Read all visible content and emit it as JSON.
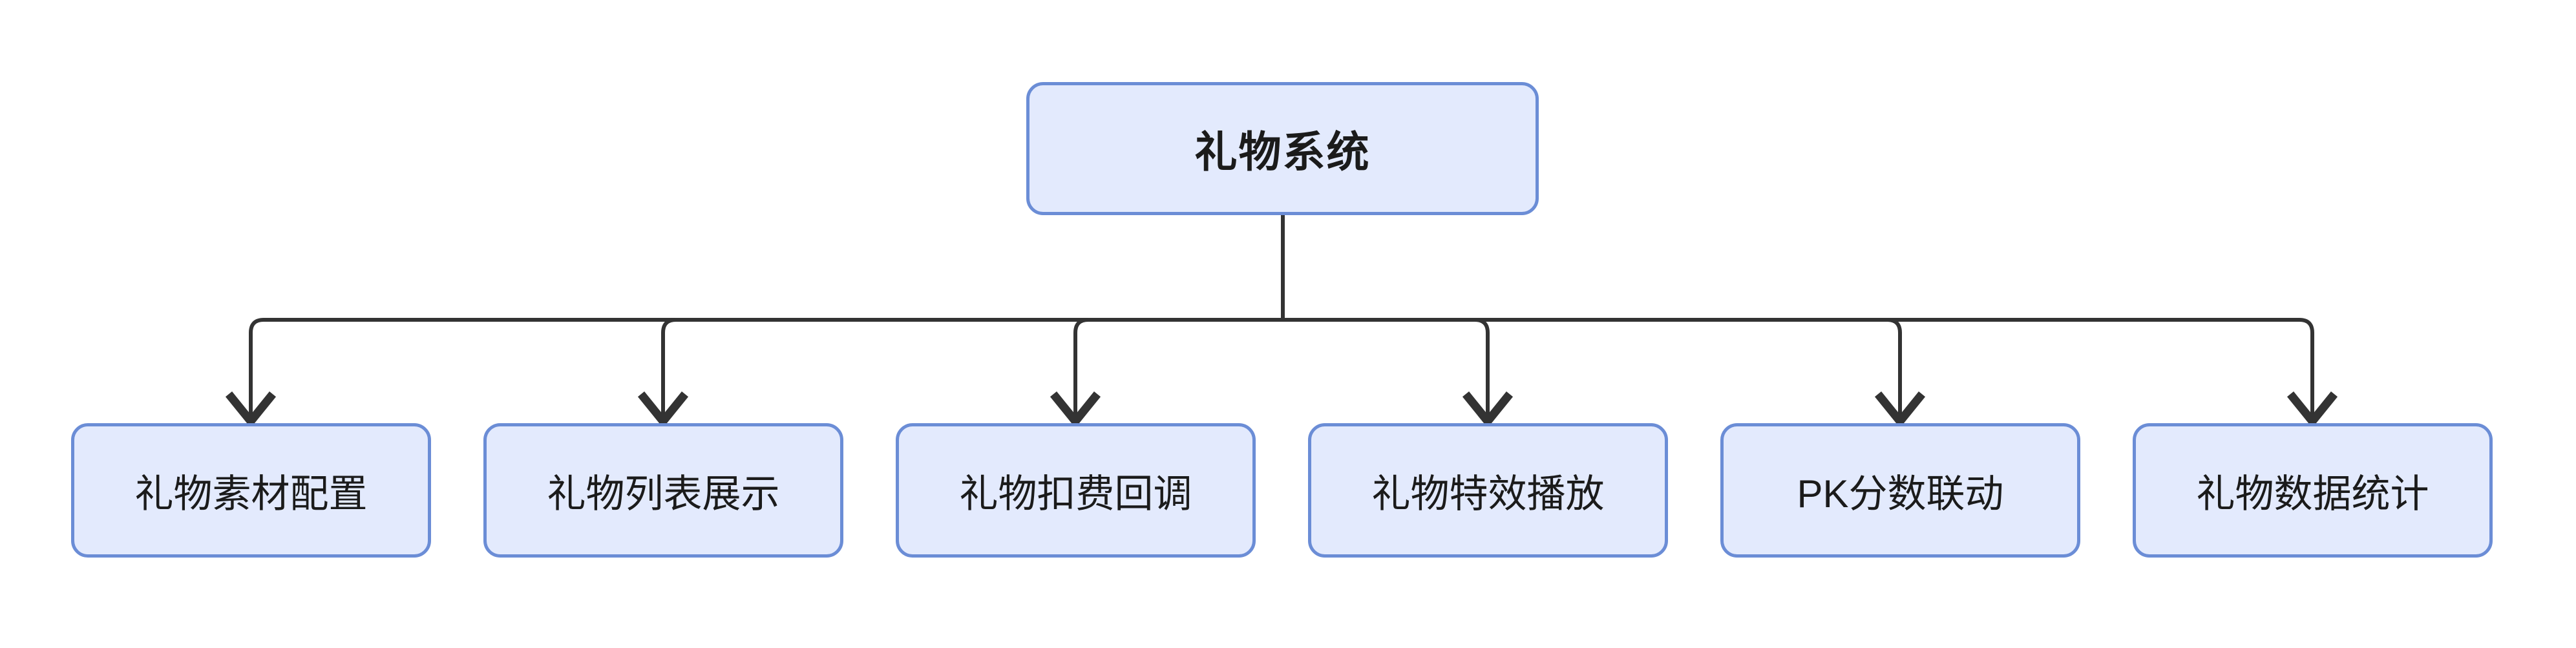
{
  "diagram": {
    "type": "tree",
    "title": "礼物系统",
    "orientation": "top-down",
    "background_color": "#FFFFFF",
    "node_fill_color": "#E3EAFD",
    "node_border_color": "#6B8DD6",
    "connector_color": "#333333",
    "text_color": "#1B1B1B",
    "root": {
      "label": "礼物系统",
      "bold": true
    },
    "children": [
      {
        "label": "礼物素材配置"
      },
      {
        "label": "礼物列表展示"
      },
      {
        "label": "礼物扣费回调"
      },
      {
        "label": "礼物特效播放"
      },
      {
        "label": "PK分数联动"
      },
      {
        "label": "礼物数据统计"
      }
    ],
    "edges": [
      {
        "from": "礼物系统",
        "to": "礼物素材配置",
        "arrow": "down"
      },
      {
        "from": "礼物系统",
        "to": "礼物列表展示",
        "arrow": "down"
      },
      {
        "from": "礼物系统",
        "to": "礼物扣费回调",
        "arrow": "down"
      },
      {
        "from": "礼物系统",
        "to": "礼物特效播放",
        "arrow": "down"
      },
      {
        "from": "礼物系统",
        "to": "PK分数联动",
        "arrow": "down"
      },
      {
        "from": "礼物系统",
        "to": "礼物数据统计",
        "arrow": "down"
      }
    ]
  }
}
